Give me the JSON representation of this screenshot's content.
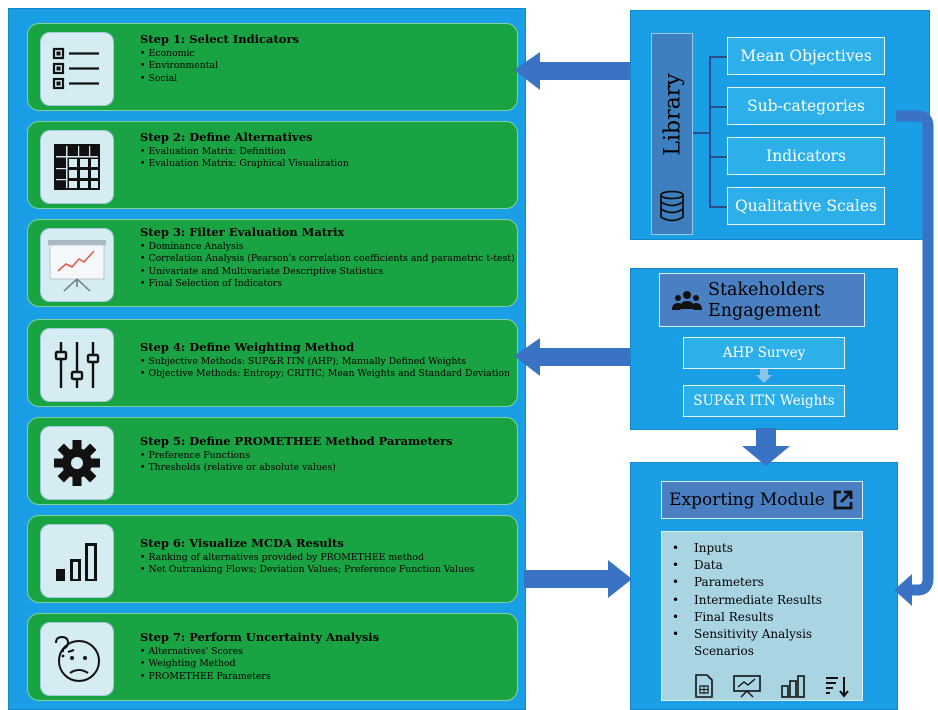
{
  "steps": [
    {
      "title": "Step 1: Select Indicators",
      "items": [
        "Economic",
        "Environmental",
        "Social"
      ],
      "icon": "checklist-icon"
    },
    {
      "title": "Step 2: Define Alternatives",
      "items": [
        "Evaluation Matrix: Definition",
        "Evaluation Matrix: Graphical Visualization"
      ],
      "icon": "table-icon"
    },
    {
      "title": "Step 3: Filter Evaluation Matrix",
      "items": [
        "Dominance Analysis",
        "Correlation Analysis (Pearson's correlation coefficients and parametric t-test)",
        "Univariate and Multivariate Descriptive Statistics",
        "Final Selection of Indicators"
      ],
      "icon": "presentation-chart-icon"
    },
    {
      "title": "Step 4: Define Weighting Method",
      "items": [
        "Subjective Methods: SUP&R ITN (AHP); Manually Defined Weights",
        "Objective Methods: Entropy; CRITIC; Mean Weights and Standard Deviation"
      ],
      "icon": "sliders-icon"
    },
    {
      "title": "Step 5: Define PROMETHEE Method Parameters",
      "items": [
        "Preference Functions",
        "Thresholds (relative or absolute values)"
      ],
      "icon": "gear-icon"
    },
    {
      "title": "Step 6: Visualize MCDA Results",
      "items": [
        "Ranking  of alternatives provided  by PROMETHEE method",
        "Net Outranking Flows; Deviation Values; Preference Function Values"
      ],
      "icon": "bar-chart-icon"
    },
    {
      "title": "Step 7: Perform Uncertainty Analysis",
      "items": [
        "Alternatives' Scores",
        "Weighting Method",
        "PROMETHEE Parameters"
      ],
      "icon": "confused-face-icon"
    }
  ],
  "library": {
    "title": "Library",
    "items": [
      "Mean Objectives",
      "Sub-categories",
      "Indicators",
      "Qualitative Scales"
    ]
  },
  "stakeholders": {
    "title": "Stakeholders Engagement",
    "survey": "AHP Survey",
    "weights": "SUP&R ITN Weights"
  },
  "exporting": {
    "title": "Exporting Module",
    "items": [
      "Inputs",
      "Data",
      "Parameters",
      "Intermediate Results",
      "Final Results",
      "Sensitivity Analysis"
    ],
    "continuation": "Scenarios"
  },
  "colors": {
    "panel": "#1a9fe6",
    "step": "#19a343",
    "arrow": "#3b73c4",
    "box": "#2db0ea"
  }
}
